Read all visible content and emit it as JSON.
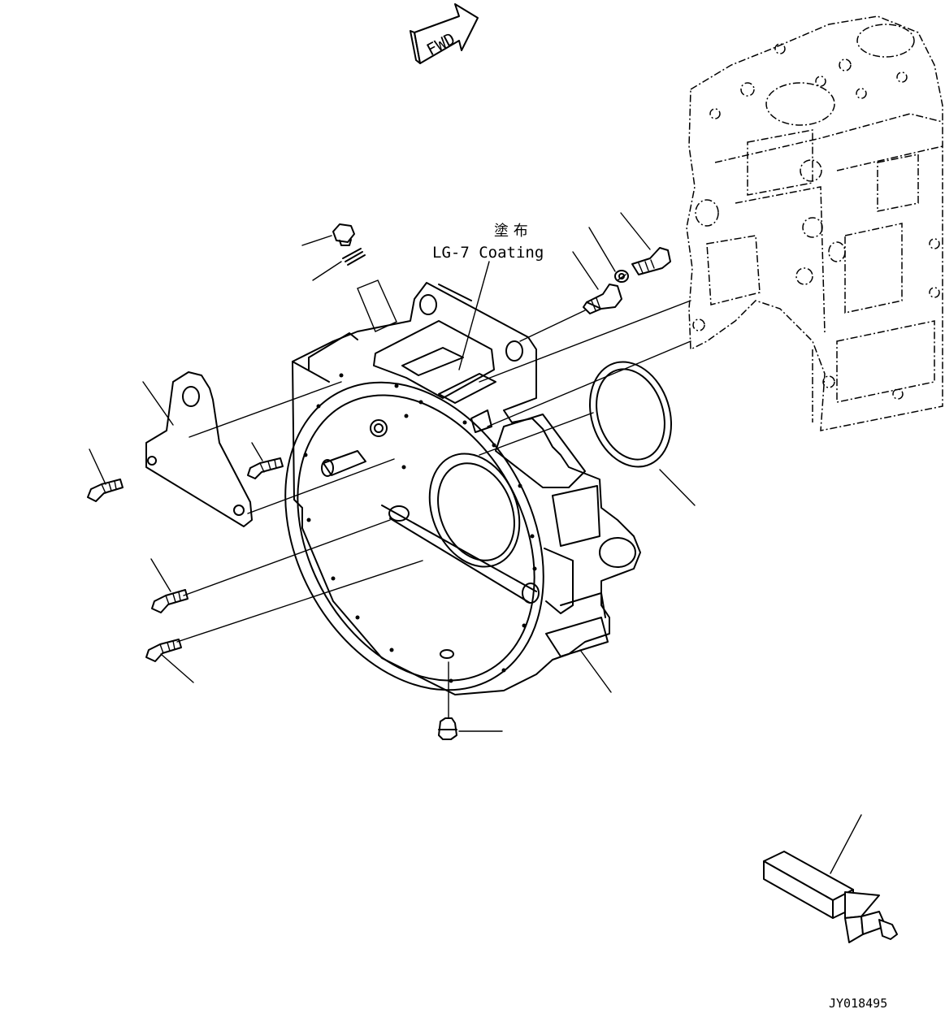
{
  "fwd_label": "FWD",
  "annotation": {
    "jp_text": "塗 布",
    "en_text": "LG-7 Coating"
  },
  "drawing_number": "JY018495"
}
